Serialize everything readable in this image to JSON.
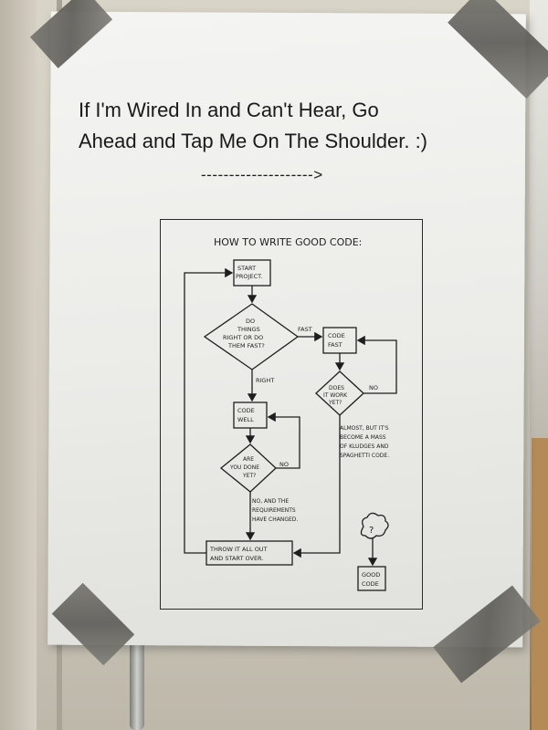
{
  "sign": {
    "line1": "If I'm Wired In and Can't Hear, Go",
    "line2": "Ahead and Tap Me On The Shoulder.  :)",
    "arrow": "-------------------->"
  },
  "comic": {
    "title": "HOW TO WRITE GOOD CODE:",
    "start": [
      "START",
      "PROJECT."
    ],
    "decision1": [
      "DO",
      "THINGS",
      "RIGHT OR DO",
      "THEM FAST?"
    ],
    "fast_label": "FAST",
    "right_label": "RIGHT",
    "code_fast": [
      "CODE",
      "FAST"
    ],
    "code_well": [
      "CODE",
      "WELL"
    ],
    "decision2": [
      "DOES",
      "IT WORK",
      "YET?"
    ],
    "no_label_1": "NO",
    "decision3": [
      "ARE",
      "YOU DONE",
      "YET?"
    ],
    "no_label_2": "NO",
    "almost_note": [
      "ALMOST, BUT IT'S",
      "BECOME A MASS",
      "OF KLUDGES AND",
      "SPAGHETTI CODE."
    ],
    "changed_note": [
      "NO, AND THE",
      "REQUIREMENTS",
      "HAVE CHANGED."
    ],
    "throw_out": [
      "THROW IT ALL OUT",
      "AND START OVER."
    ],
    "mystery": "?",
    "good_code": [
      "GOOD",
      "CODE"
    ]
  }
}
